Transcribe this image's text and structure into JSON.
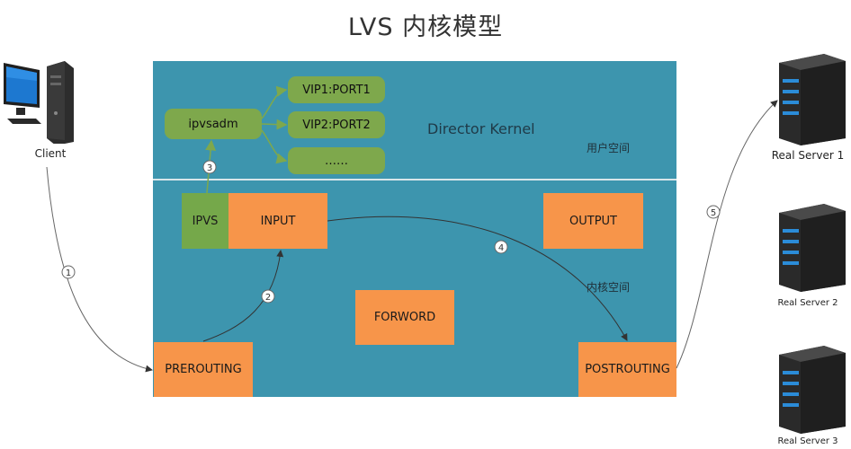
{
  "title": "LVS 内核模型",
  "client": {
    "label": "Client"
  },
  "kernel": {
    "director_label": "Director Kernel",
    "user_space_label": "用户空间",
    "kernel_space_label": "内核空间"
  },
  "user_space": {
    "ipvsadm": "ipvsadm",
    "vips": [
      "VIP1:PORT1",
      "VIP2:PORT2",
      "……"
    ]
  },
  "hooks": {
    "ipvs": "IPVS",
    "input": "INPUT",
    "output": "OUTPUT",
    "forword": "FORWORD",
    "prerouting": "PREROUTING",
    "postrouting": "POSTROUTING"
  },
  "steps": [
    "1",
    "2",
    "3",
    "4",
    "5"
  ],
  "servers": [
    {
      "label": "Real Server 1"
    },
    {
      "label": "Real Server 2"
    },
    {
      "label": "Real Server 3"
    }
  ],
  "colors": {
    "kernel_bg": "#3d95ae",
    "hook_orange": "#f7954a",
    "ipvs_green": "#75a84a",
    "pill_green": "#7ea84c"
  }
}
